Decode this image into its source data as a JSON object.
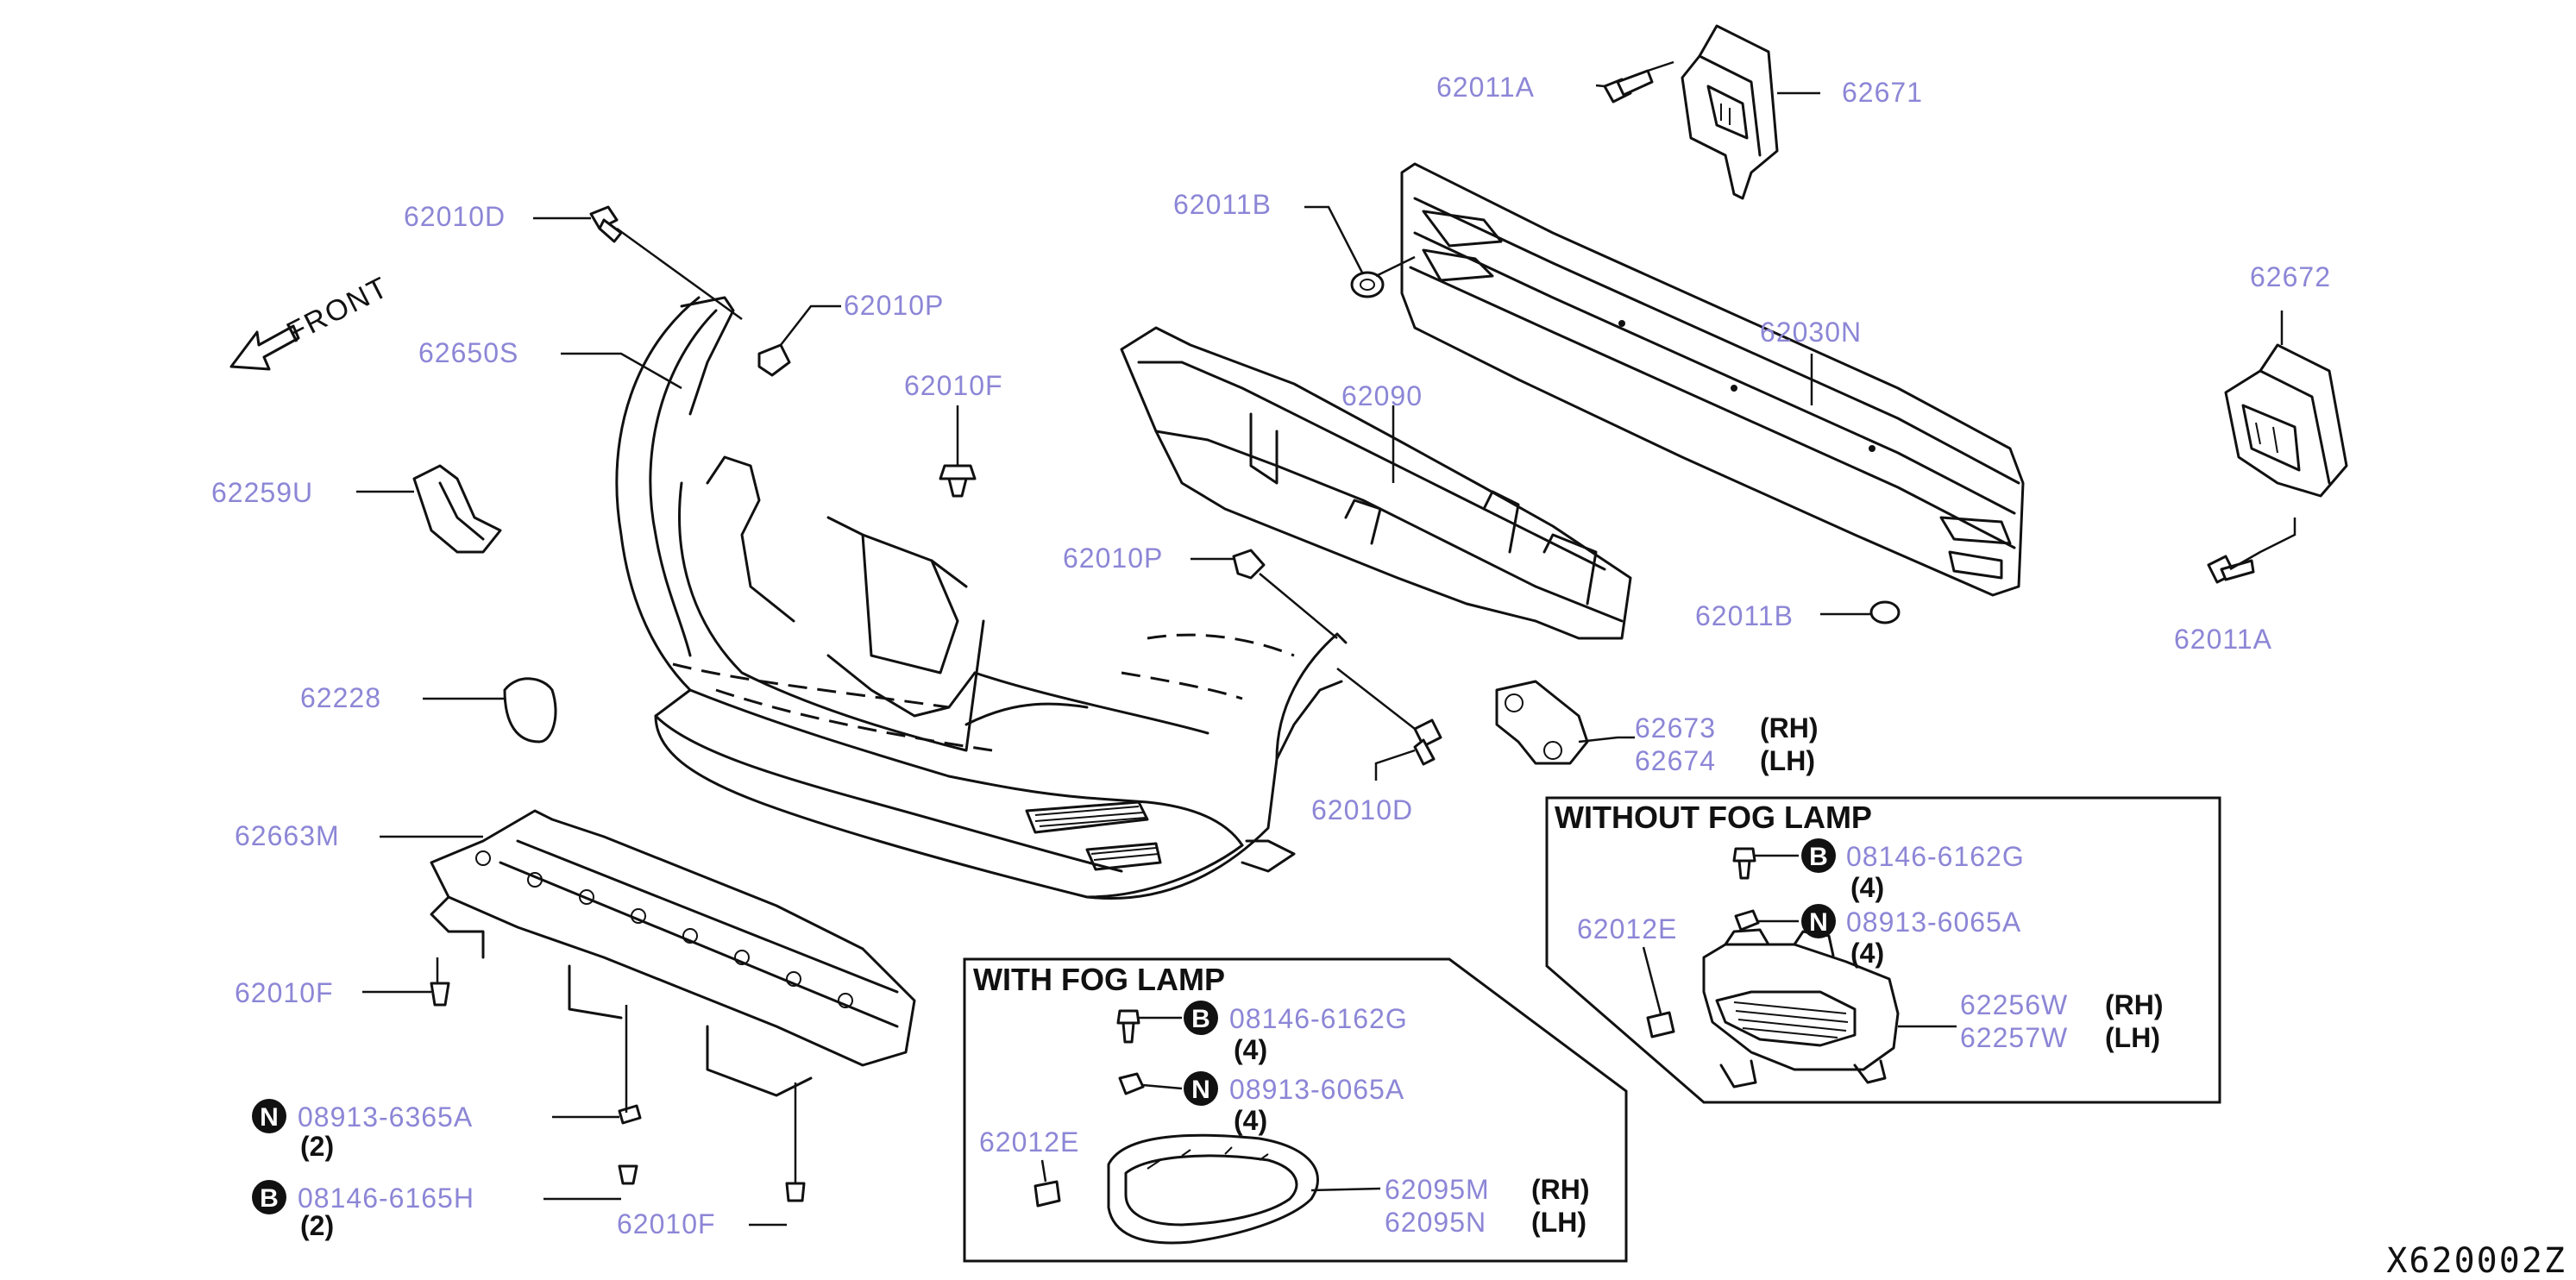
{
  "diagram": {
    "code": "X620002Z",
    "front_label": "FRONT",
    "labels": [
      {
        "id": "62011A-top",
        "text": "62011A"
      },
      {
        "id": "62671",
        "text": "62671"
      },
      {
        "id": "62011B-top",
        "text": "62011B"
      },
      {
        "id": "62010D-top",
        "text": "62010D"
      },
      {
        "id": "62010P-top",
        "text": "62010P"
      },
      {
        "id": "62650S",
        "text": "62650S"
      },
      {
        "id": "62010F-top",
        "text": "62010F"
      },
      {
        "id": "62090",
        "text": "62090"
      },
      {
        "id": "62030N",
        "text": "62030N"
      },
      {
        "id": "62672",
        "text": "62672"
      },
      {
        "id": "62259U",
        "text": "62259U"
      },
      {
        "id": "62010P-mid",
        "text": "62010P"
      },
      {
        "id": "62011B-mid",
        "text": "62011B"
      },
      {
        "id": "62011A-right",
        "text": "62011A"
      },
      {
        "id": "62228",
        "text": "62228"
      },
      {
        "id": "62673",
        "text": "62673"
      },
      {
        "id": "62674",
        "text": "62674"
      },
      {
        "id": "62010D-mid",
        "text": "62010D"
      },
      {
        "id": "62663M",
        "text": "62663M"
      },
      {
        "id": "62010F-left",
        "text": "62010F"
      },
      {
        "id": "08913-6365A",
        "text": "08913-6365A"
      },
      {
        "id": "08146-6165H",
        "text": "08146-6165H"
      },
      {
        "id": "62010F-bottom",
        "text": "62010F"
      }
    ],
    "side_rh": "(RH)",
    "side_lh": "(LH)",
    "markers": [
      {
        "id": "N-left",
        "letter": "N",
        "qty": "(2)"
      },
      {
        "id": "B-left",
        "letter": "B",
        "qty": "(2)"
      }
    ],
    "with_fog_lamp": {
      "title": "WITH FOG LAMP",
      "labels": {
        "bolt": "08146-6162G",
        "nut": "08913-6065A",
        "clip": "62012E",
        "bezel_rh": "62095M",
        "bezel_lh": "62095N"
      },
      "bolt_letter": "B",
      "bolt_qty": "(4)",
      "nut_letter": "N",
      "nut_qty": "(4)"
    },
    "without_fog_lamp": {
      "title": "WITHOUT FOG LAMP",
      "labels": {
        "bolt": "08146-6162G",
        "nut": "08913-6065A",
        "clip": "62012E",
        "cover_rh": "62256W",
        "cover_lh": "62257W"
      },
      "bolt_letter": "B",
      "bolt_qty": "(4)",
      "nut_letter": "N",
      "nut_qty": "(4)"
    }
  }
}
